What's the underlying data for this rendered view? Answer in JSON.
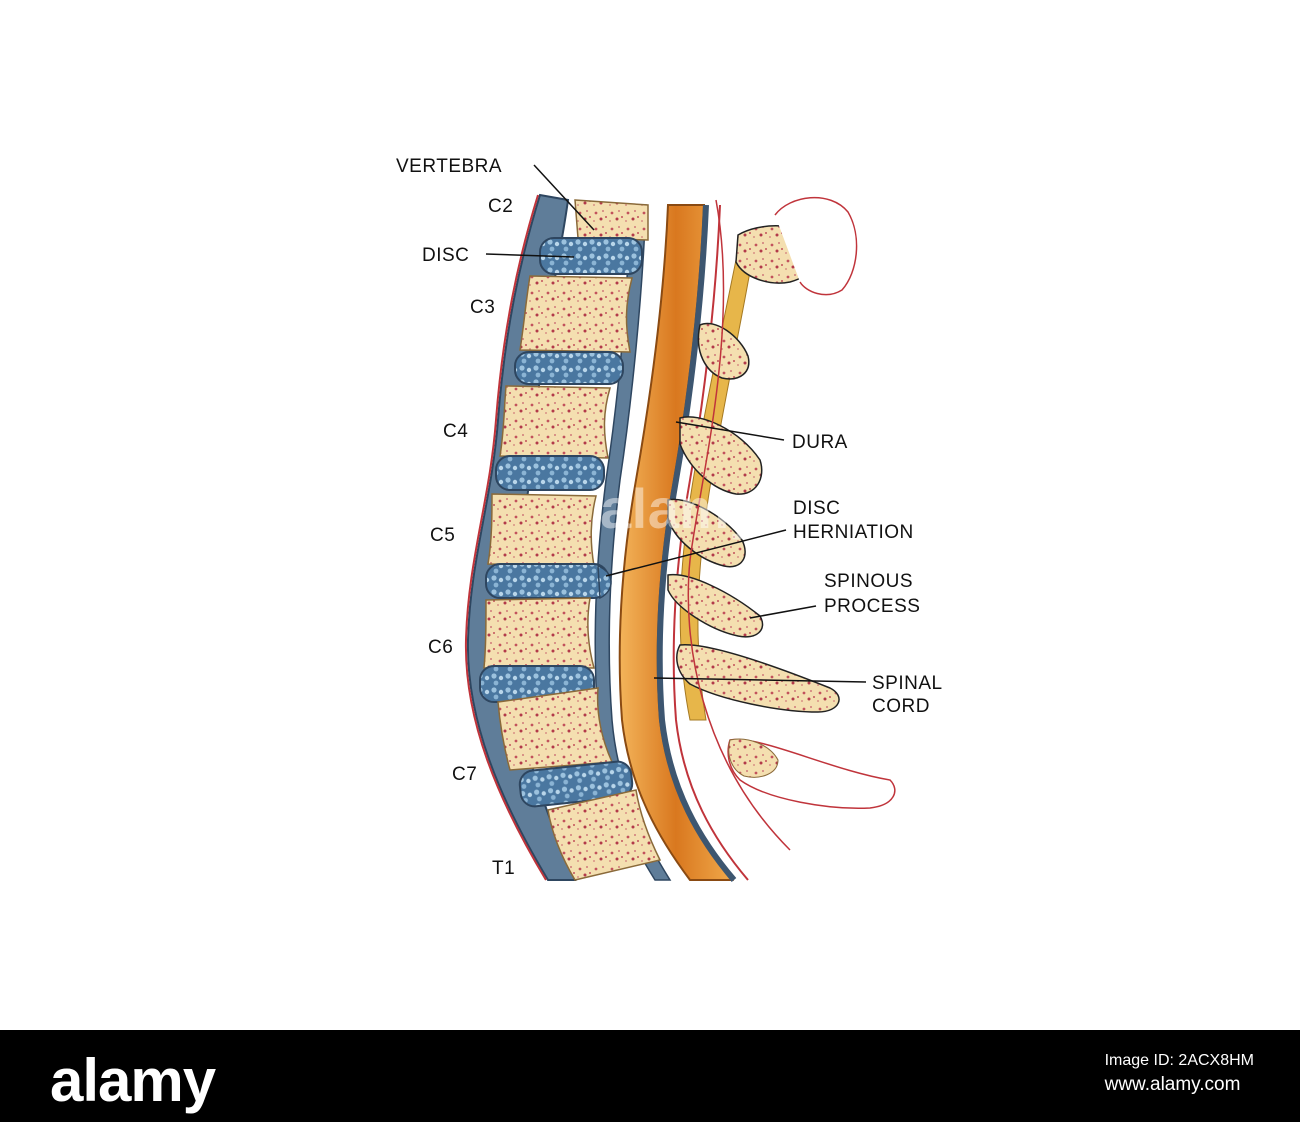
{
  "labels": {
    "vertebra": "VERTEBRA",
    "disc": "DISC",
    "c2": "C2",
    "c3": "C3",
    "c4": "C4",
    "c5": "C5",
    "c6": "C6",
    "c7": "C7",
    "t1": "T1",
    "dura": "DURA",
    "disc_herniation_line1": "DISC",
    "disc_herniation_line2": "HERNIATION",
    "spinous_process_line1": "SPINOUS",
    "spinous_process_line2": "PROCESS",
    "spinal_cord_line1": "SPINAL",
    "spinal_cord_line2": "CORD"
  },
  "watermark": "alamy",
  "footer": {
    "brand": "alamy",
    "line1": "Image ID: 2ACX8HM",
    "line2": "www.alamy.com"
  },
  "colors": {
    "bone": "#f4dfb0",
    "bone_spots": "#b23a4a",
    "disc": "#4f7fa8",
    "ligament": "#5a7590",
    "spinal_cord": "#e08a2a",
    "red_outline": "#c0343b"
  }
}
